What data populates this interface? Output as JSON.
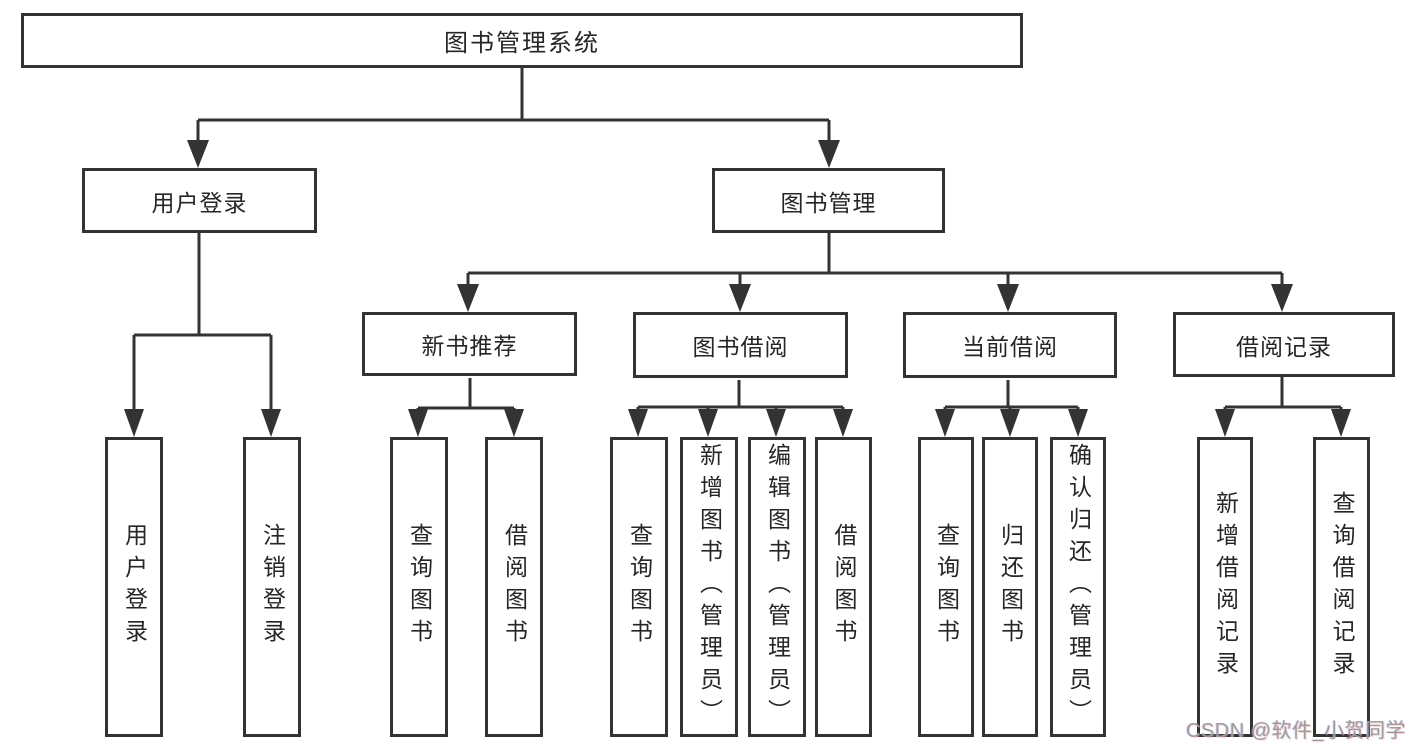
{
  "diagram_title": "图书管理系统",
  "tree": {
    "root": {
      "label": "图书管理系统",
      "children": [
        {
          "label": "用户登录",
          "children": [
            {
              "label": "用户登录"
            },
            {
              "label": "注销登录"
            }
          ]
        },
        {
          "label": "图书管理",
          "children": [
            {
              "label": "新书推荐",
              "children": [
                {
                  "label": "查询图书"
                },
                {
                  "label": "借阅图书"
                }
              ]
            },
            {
              "label": "图书借阅",
              "children": [
                {
                  "label": "查询图书"
                },
                {
                  "label": "新增图书（管理员）"
                },
                {
                  "label": "编辑图书（管理员）"
                },
                {
                  "label": "借阅图书"
                }
              ]
            },
            {
              "label": "当前借阅",
              "children": [
                {
                  "label": "查询图书"
                },
                {
                  "label": "归还图书"
                },
                {
                  "label": "确认归还（管理员）"
                }
              ]
            },
            {
              "label": "借阅记录",
              "children": [
                {
                  "label": "新增借阅记录"
                },
                {
                  "label": "查询借阅记录"
                }
              ]
            }
          ]
        }
      ]
    }
  },
  "watermark": {
    "text": "CSDN @软件_小贺同学"
  },
  "colors": {
    "background": "#ffffff",
    "line": "#333333",
    "box_border": "#333333",
    "text": "#262626",
    "watermark": "#9c9c9c"
  }
}
